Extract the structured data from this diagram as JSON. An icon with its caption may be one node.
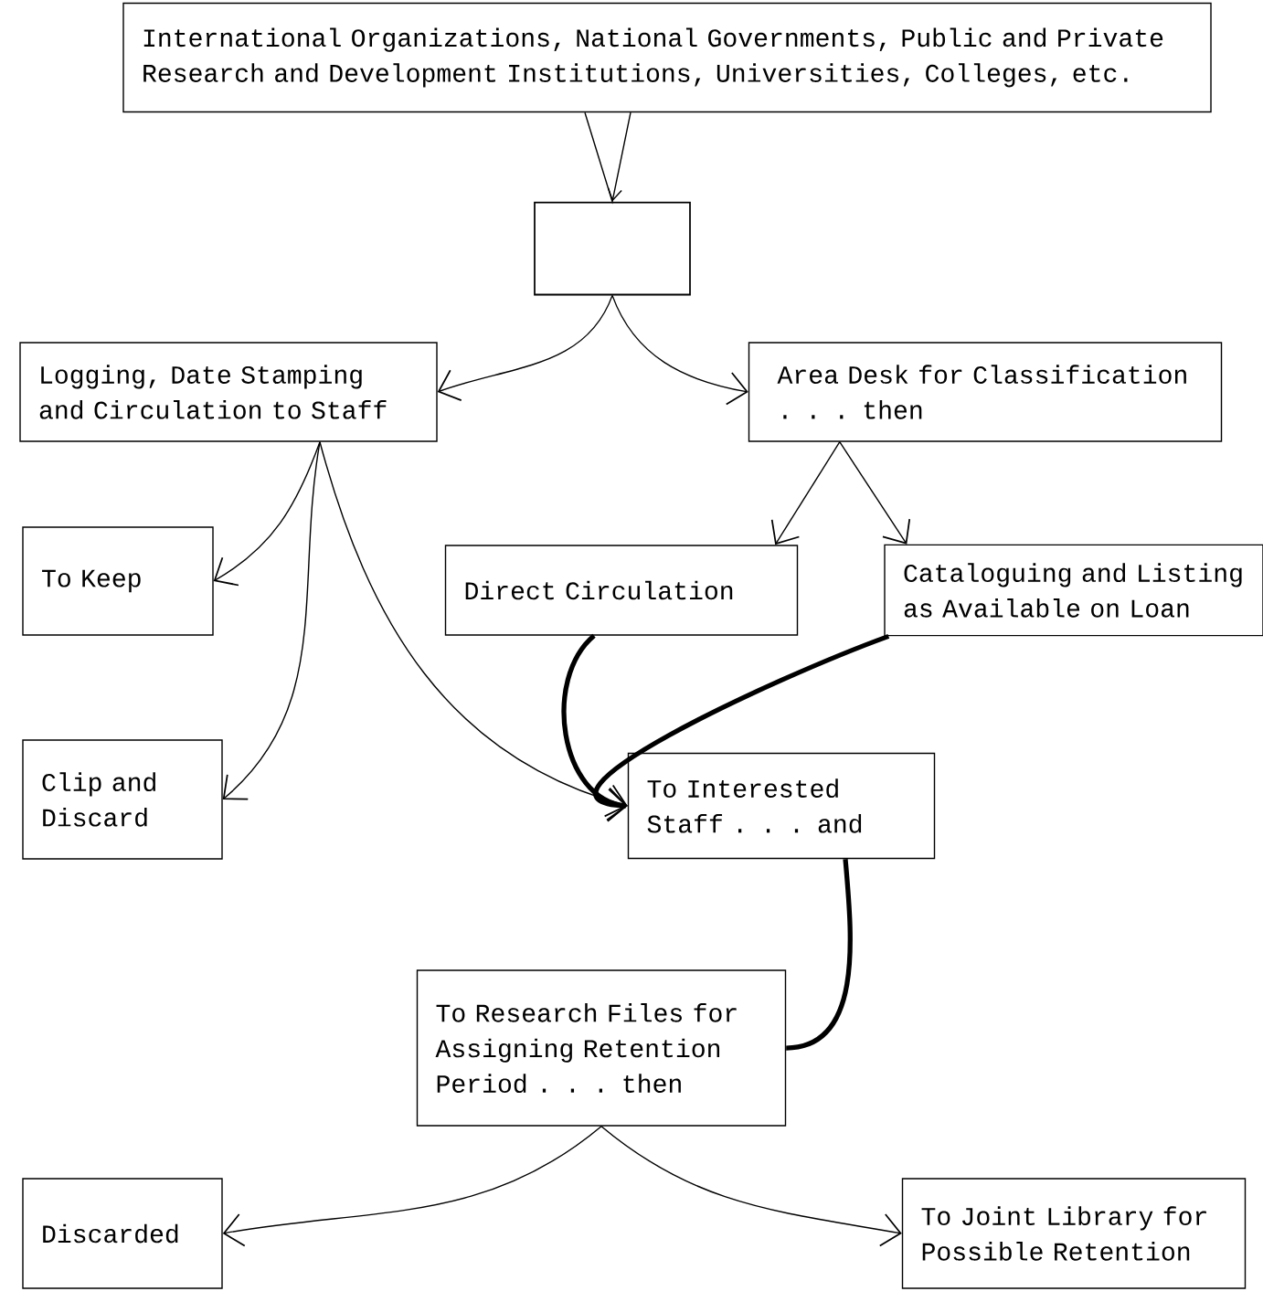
{
  "diagram": {
    "nodes": [
      {
        "text": [
          "International Organizations, National Governments, Public and Private Research and Development Institutions, Universities, Colleges, etc."
        ]
      },
      {
        "text": [],
        "shape": "box"
      },
      {
        "text": [
          "Logging, Date Stamping and Circulation to Staff"
        ]
      },
      {
        "text": [
          "Area Desk for Classification . . . then"
        ]
      },
      {
        "text": [
          "To Keep"
        ]
      },
      {
        "text": [
          "Direct Circulation"
        ]
      },
      {
        "text": [
          "Cataloguing and Listing as Available on Loan"
        ]
      },
      {
        "text": [
          "Clip and Discard"
        ]
      },
      {
        "text": [
          "To Interested Staff . . . and"
        ]
      },
      {
        "text": [
          "To Research Files for Assigning Retention Period . . . then"
        ]
      },
      {
        "text": [
          "Discarded"
        ]
      },
      {
        "text": [
          "To Joint Library for Possible Retention"
        ]
      }
    ],
    "edges": [
      {
        "from": 0,
        "to": 1,
        "arrow": "to"
      },
      {
        "from": 1,
        "to": 2,
        "arrow": "to"
      },
      {
        "from": 1,
        "to": 3,
        "arrow": "to"
      },
      {
        "from": 3,
        "to": 5,
        "arrow": "to"
      },
      {
        "from": 3,
        "to": 6,
        "arrow": "to"
      },
      {
        "from": 2,
        "to": 4,
        "arrow": "to"
      },
      {
        "from": 2,
        "to": 7,
        "arrow": "to"
      },
      {
        "from": 2,
        "to": 8,
        "arrow": "to"
      },
      {
        "from": 5,
        "to": 8,
        "arrow": "to",
        "style": "thick"
      },
      {
        "from": 6,
        "to": 8,
        "arrow": "to",
        "style": "thick"
      },
      {
        "from": 8,
        "to": 9,
        "arrow": "none",
        "style": "thick"
      },
      {
        "from": 9,
        "to": 10,
        "arrow": "to"
      },
      {
        "from": 9,
        "to": 11,
        "arrow": "to"
      }
    ]
  }
}
